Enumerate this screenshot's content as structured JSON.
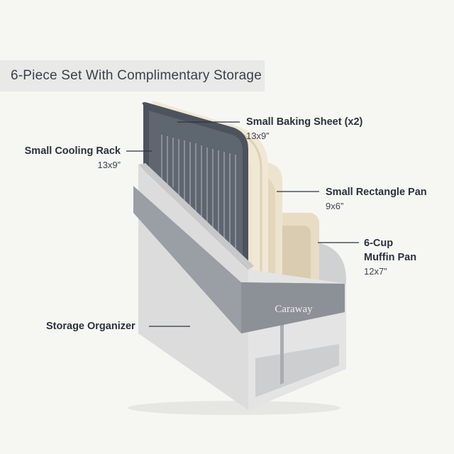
{
  "header": {
    "title": "6-Piece Set With Complimentary Storage"
  },
  "brand": "Caraway",
  "callouts": [
    {
      "name": "Small Baking Sheet (x2)",
      "size": "13x9”"
    },
    {
      "name": "Small Cooling Rack",
      "size": "13x9”"
    },
    {
      "name": "Small Rectangle Pan",
      "size": "9x6”"
    },
    {
      "name_line1": "6-Cup",
      "name_line2": "Muffin Pan",
      "size": "12x7”"
    },
    {
      "name": "Storage Organizer"
    }
  ]
}
